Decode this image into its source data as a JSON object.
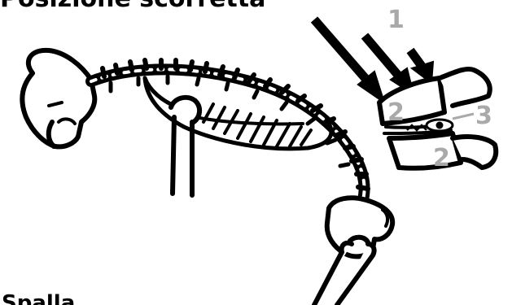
{
  "title": "Posizione scorretta",
  "footer_text": "Spalla",
  "labels": {
    "arrows_number": "1",
    "vertebra_top": "2",
    "vertebra_bottom": "2",
    "disc": "3"
  },
  "colors": {
    "line": "#000000",
    "label_gray": "#a9a9a9",
    "background": "#ffffff"
  }
}
